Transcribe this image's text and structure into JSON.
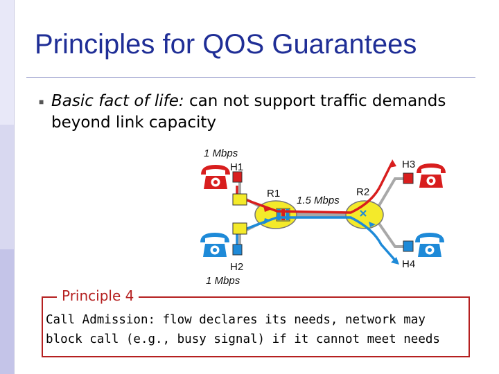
{
  "slide": {
    "title": "Principles for QOS Guarantees",
    "bullet": {
      "lead": "Basic fact of life:",
      "rest": " can not support traffic demands beyond link capacity"
    }
  },
  "diagram": {
    "host1_rate": "1 Mbps",
    "host2_rate": "1 Mbps",
    "link_rate": "1.5 Mbps",
    "router1": "R1",
    "router2": "R2",
    "host1": "H1",
    "host2": "H2",
    "host3": "H3",
    "host4": "H4",
    "phone_icon": "telephone-icon",
    "colors": {
      "red_flow": "#d81e1e",
      "blue_flow": "#1e8ad8",
      "router": "#f4ea2a",
      "link": "#a8a8a8"
    }
  },
  "principle": {
    "label": "Principle 4",
    "text": "Call Admission: flow declares its needs, network may block call (e.g., busy signal) if it cannot meet needs"
  }
}
